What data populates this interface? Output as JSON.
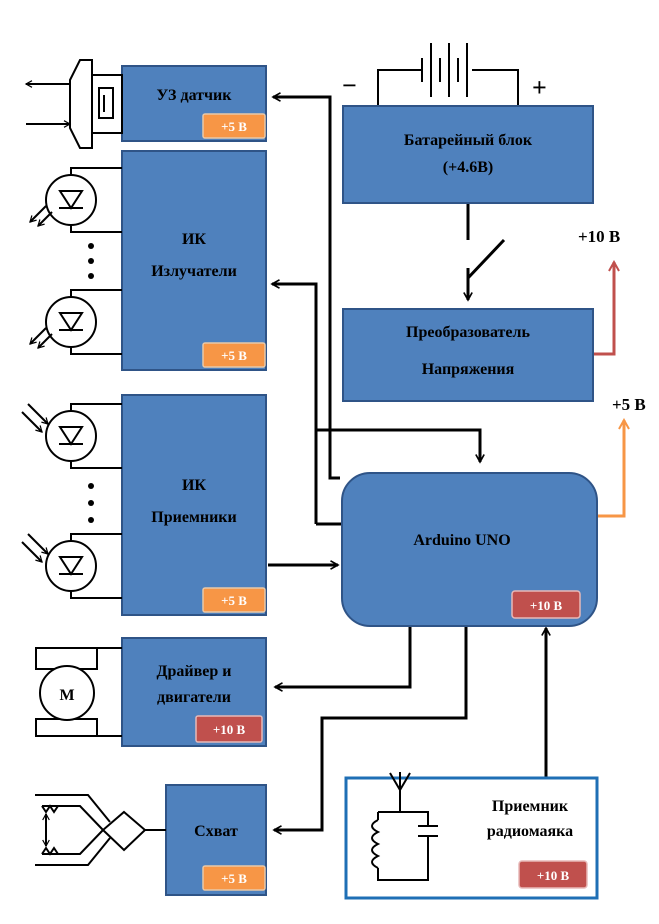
{
  "blocks": {
    "us_sensor": {
      "label": "УЗ датчик",
      "voltage": "+5 В"
    },
    "ir_emitters": {
      "label_line1": "ИК",
      "label_line2": "Излучатели",
      "voltage": "+5 В"
    },
    "ir_receivers": {
      "label_line1": "ИК",
      "label_line2": "Приемники",
      "voltage": "+5 В"
    },
    "driver": {
      "label_line1": "Драйвер и",
      "label_line2": "двигатели",
      "voltage": "+10 В"
    },
    "gripper": {
      "label": "Схват",
      "voltage": "+5 В"
    },
    "battery": {
      "label_line1": "Батарейный блок",
      "label_line2": "(+4.6В)"
    },
    "converter": {
      "label_line1": "Преобразователь",
      "label_line2": "Напряжения"
    },
    "arduino": {
      "label": "Arduino UNO",
      "voltage": "+10 В"
    },
    "beacon": {
      "label_line1": "Приемник",
      "label_line2": "радиомаяка",
      "voltage": "+10 В"
    }
  },
  "annotations": {
    "plus10": "+10 В",
    "plus5": "+5 В",
    "battery_minus": "−",
    "battery_plus": "+",
    "motor_letter": "M"
  },
  "colors": {
    "block_fill": "#4f81bd",
    "badge_orange": "#f79646",
    "badge_red": "#c0504d",
    "line_red": "#c0504d",
    "line_orange": "#f79646",
    "beacon_border": "#1f6fb5"
  }
}
